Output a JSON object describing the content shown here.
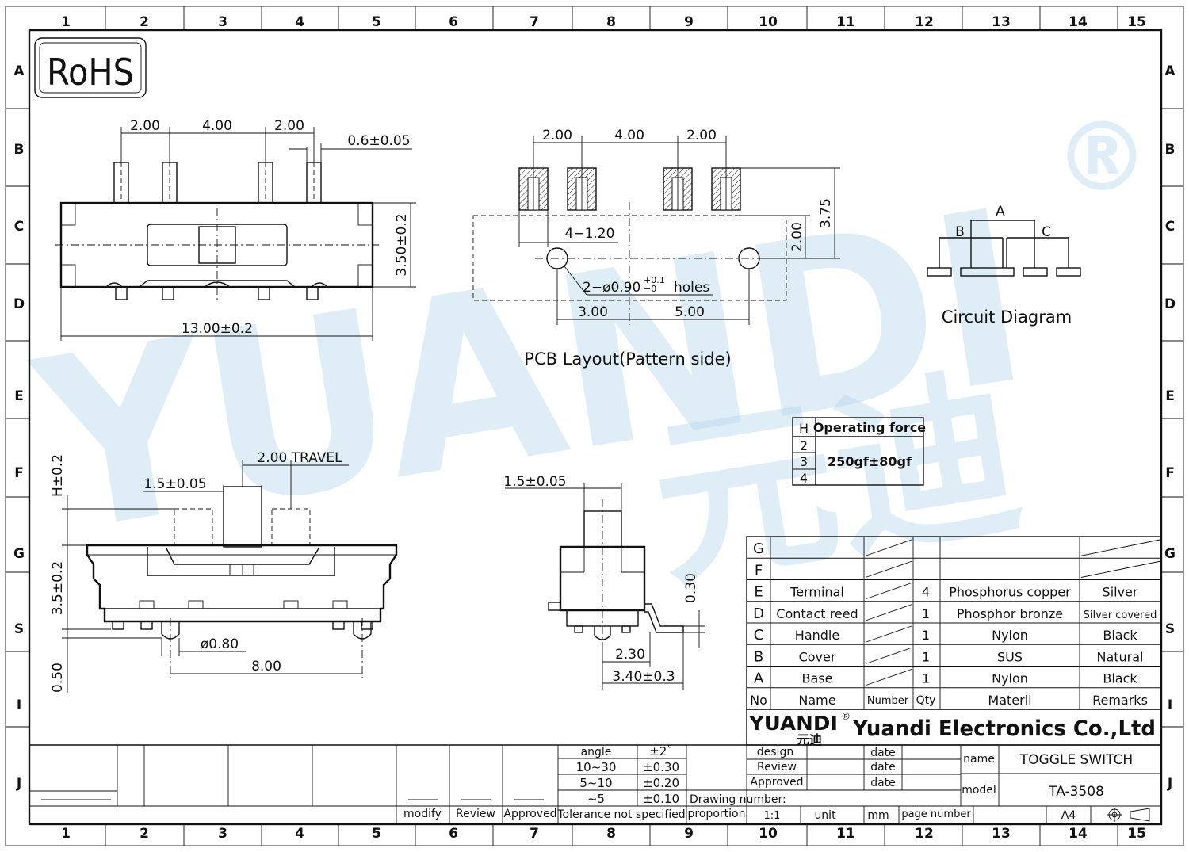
{
  "frame": {
    "columns": [
      "1",
      "2",
      "3",
      "4",
      "5",
      "6",
      "7",
      "8",
      "9",
      "10",
      "11",
      "12",
      "13",
      "14",
      "15"
    ],
    "rows": [
      "A",
      "B",
      "C",
      "D",
      "E",
      "F",
      "G",
      "S",
      "I",
      "J"
    ]
  },
  "logo_rohs": "RoHS",
  "watermark": {
    "latin": "YUANDI",
    "cjk": "元迪",
    "registered": "®"
  },
  "top_view": {
    "dim_pitch_left": "2.00",
    "dim_pitch_mid": "4.00",
    "dim_pitch_right": "2.00",
    "dim_pin_width": "0.6±0.05",
    "dim_height": "3.50±0.2",
    "dim_length": "13.00±0.2"
  },
  "pcb_layout": {
    "dim_pitch_left": "2.00",
    "dim_pitch_mid": "4.00",
    "dim_pitch_right": "2.00",
    "dim_slots": "4−1.20",
    "dim_holes_main": "2−ø0.90",
    "dim_holes_tol_top": "+0.1",
    "dim_holes_tol_bot": "−0",
    "dim_holes_suffix": "holes",
    "dim_left": "3.00",
    "dim_right": "5.00",
    "dim_v1": "2.00",
    "dim_v2": "3.75",
    "title": "PCB  Layout(Pattern  side)"
  },
  "circuit": {
    "label_a": "A",
    "label_b": "B",
    "label_c": "C",
    "title": "Circuit  Diagram"
  },
  "force_table": {
    "header_h": "H",
    "header_force": "Operating force",
    "rows": [
      "2",
      "3",
      "4"
    ],
    "value": "250gf±80gf"
  },
  "side_view": {
    "dim_travel": "2.00  TRAVEL",
    "dim_handle": "1.5±0.05",
    "dim_h": "H±0.2",
    "dim_height": "3.5±0.2",
    "dim_bottom": "0.50",
    "dim_pin_dia": "ø0.80",
    "dim_pin_span": "8.00"
  },
  "end_view": {
    "dim_handle": "1.5±0.05",
    "dim_thk": "0.30",
    "dim_w1": "2.30",
    "dim_w2": "3.40±0.3"
  },
  "parts_table": {
    "rows": [
      {
        "no": "G",
        "name": "",
        "qty": "",
        "material": "",
        "remarks": ""
      },
      {
        "no": "F",
        "name": "",
        "qty": "",
        "material": "",
        "remarks": ""
      },
      {
        "no": "E",
        "name": "Terminal",
        "qty": "4",
        "material": "Phosphorus copper",
        "remarks": "Silver"
      },
      {
        "no": "D",
        "name": "Contact reed",
        "qty": "1",
        "material": "Phosphor bronze",
        "remarks": "Silver covered"
      },
      {
        "no": "C",
        "name": "Handle",
        "qty": "1",
        "material": "Nylon",
        "remarks": "Black"
      },
      {
        "no": "B",
        "name": "Cover",
        "qty": "1",
        "material": "SUS",
        "remarks": "Natural"
      },
      {
        "no": "A",
        "name": "Base",
        "qty": "1",
        "material": "Nylon",
        "remarks": "Black"
      }
    ],
    "header": {
      "no": "No",
      "name": "Name",
      "number": "Number",
      "qty": "Qty",
      "material": "Materil",
      "remarks": "Remarks"
    }
  },
  "company": {
    "logo": "YUANDI",
    "logo_cjk": "元迪",
    "registered": "®",
    "name": "Yuandi Electronics Co.,Ltd"
  },
  "title_block": {
    "design": "design",
    "review": "Review",
    "approved": "Approved",
    "date": "date",
    "name_label": "name",
    "name_value": "TOGGLE SWITCH",
    "model_label": "model",
    "model_value": "TA-3508",
    "drawing_number": "Drawing number:",
    "proportion": "proportion",
    "scale": "1:1",
    "unit": "unit",
    "unit_value": "mm",
    "page_number": "page number",
    "paper": "A4"
  },
  "tolerance_block": {
    "modify": "modify",
    "review": "Review",
    "approved": "Approved",
    "note": "Tolerance not specified",
    "rows": [
      {
        "range": "angle",
        "tol": "±2˚"
      },
      {
        "range": "10~30",
        "tol": "±0.30"
      },
      {
        "range": "5~10",
        "tol": "±0.20"
      },
      {
        "range": "~5",
        "tol": "±0.10"
      }
    ]
  }
}
